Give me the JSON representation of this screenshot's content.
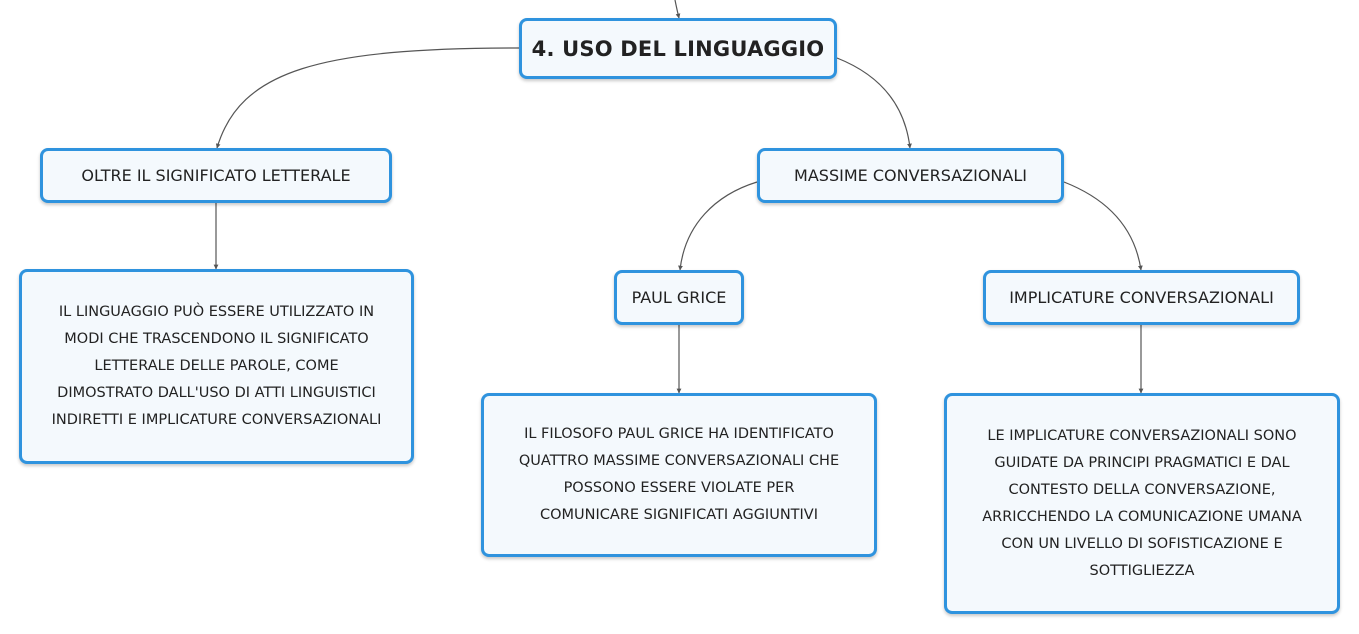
{
  "map": {
    "root": {
      "label": "4. USO DEL LINGUAGGIO"
    },
    "topics": {
      "oltre": {
        "label": "OLTRE IL SIGNIFICATO LETTERALE",
        "detail_lines": [
          "IL LINGUAGGIO PUÒ ESSERE UTILIZZATO IN",
          "MODI CHE TRASCENDONO IL SIGNIFICATO",
          "LETTERALE DELLE PAROLE, COME",
          "DIMOSTRATO DALL'USO DI ATTI LINGUISTICI",
          "INDIRETTI E IMPLICATURE CONVERSAZIONALI"
        ]
      },
      "massime": {
        "label": "MASSIME CONVERSAZIONALI",
        "children": {
          "paul_grice": {
            "label": "PAUL GRICE",
            "detail_lines": [
              "IL FILOSOFO PAUL GRICE HA IDENTIFICATO",
              "QUATTRO MASSIME CONVERSAZIONALI CHE",
              "POSSONO ESSERE VIOLATE PER",
              "COMUNICARE SIGNIFICATI AGGIUNTIVI"
            ]
          },
          "implicature": {
            "label": "IMPLICATURE CONVERSAZIONALI",
            "detail_lines": [
              "LE IMPLICATURE CONVERSAZIONALI SONO",
              "GUIDATE DA PRINCIPI PRAGMATICI E DAL",
              "CONTESTO DELLA CONVERSAZIONE,",
              "ARRICCHENDO LA COMUNICAZIONE UMANA",
              "CON UN LIVELLO DI SOFISTICAZIONE E",
              "SOTTIGLIEZZA"
            ]
          }
        }
      }
    }
  },
  "colors": {
    "node_border": "#2f93de",
    "node_fill": "#f4f9fd",
    "connector": "#555555",
    "text": "#222222"
  }
}
